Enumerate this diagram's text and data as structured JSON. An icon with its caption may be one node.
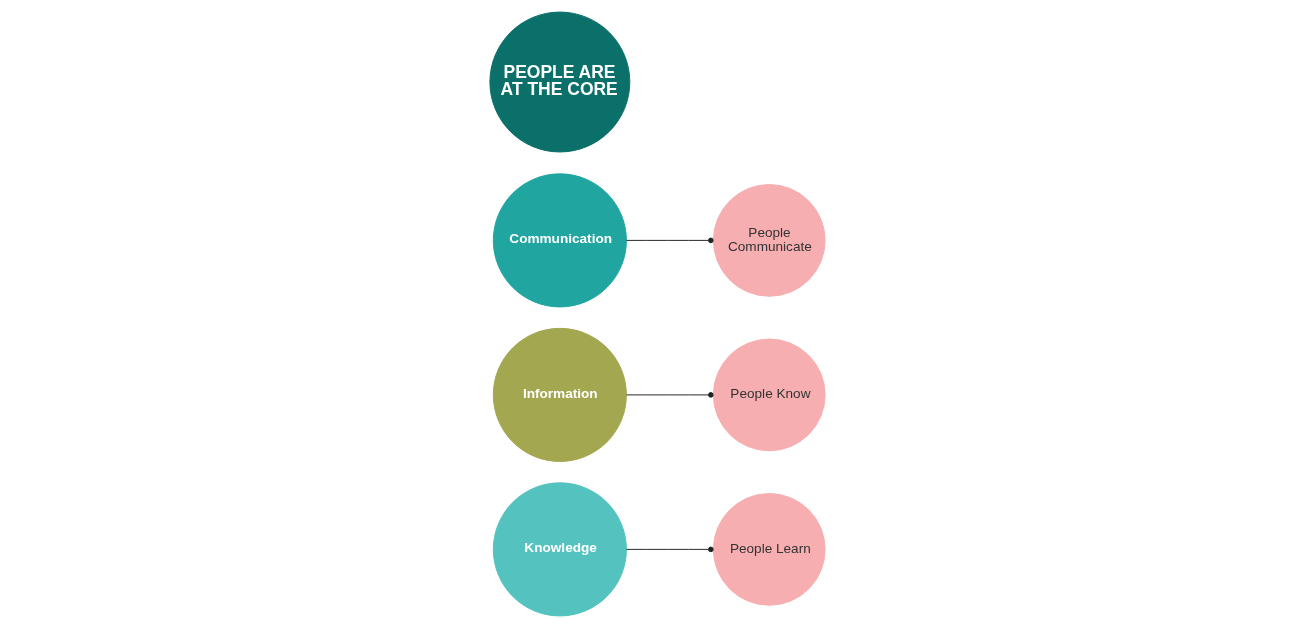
{
  "diagram": {
    "nodes": [
      {
        "text": [
          "Knowledge"
        ]
      },
      {
        "text": [
          "Information"
        ]
      },
      {
        "text": [
          "Communication"
        ]
      },
      {
        "text": [
          "PEOPLE ARE AT THE CORE"
        ]
      },
      {
        "text": [
          "People Learn"
        ]
      },
      {
        "text": [
          "People Know"
        ]
      },
      {
        "text": [
          "People Communicate"
        ]
      }
    ],
    "edges": [
      {
        "from": 0,
        "to": 4,
        "arrow": "other"
      },
      {
        "from": 1,
        "to": 5,
        "arrow": "other"
      },
      {
        "from": 2,
        "to": 6,
        "arrow": "other"
      }
    ]
  }
}
